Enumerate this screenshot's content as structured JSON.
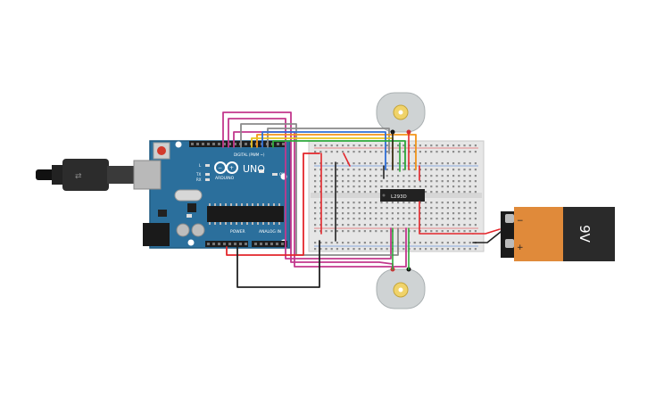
{
  "arduino": {
    "brand": "ARDUINO",
    "model": "UNO",
    "digital_label": "DIGITAL (PWM ~)",
    "analog_label": "ANALOG IN",
    "power_label": "POWER",
    "led_on": "ON",
    "led_tx": "TX",
    "led_rx": "RX",
    "led_l": "L",
    "colors": {
      "board": "#2b6f9c",
      "header": "#1e1e1e"
    }
  },
  "driver_chip": {
    "label": "L293D",
    "color": "#222222"
  },
  "battery": {
    "voltage": "9V",
    "minus": "−",
    "plus": "+",
    "colors": {
      "body": "#e08a3a",
      "label": "#333333"
    }
  },
  "motors": [
    {
      "name": "top-dc-motor"
    },
    {
      "name": "bottom-dc-motor"
    }
  ],
  "wire_colors": {
    "red": "#e3262b",
    "black": "#222222",
    "green": "#2da83a",
    "magenta": "#c2378d",
    "grey": "#8a8a8a",
    "orange": "#f2941a",
    "blue": "#2f6fd6",
    "yellow": "#e8c21e"
  }
}
